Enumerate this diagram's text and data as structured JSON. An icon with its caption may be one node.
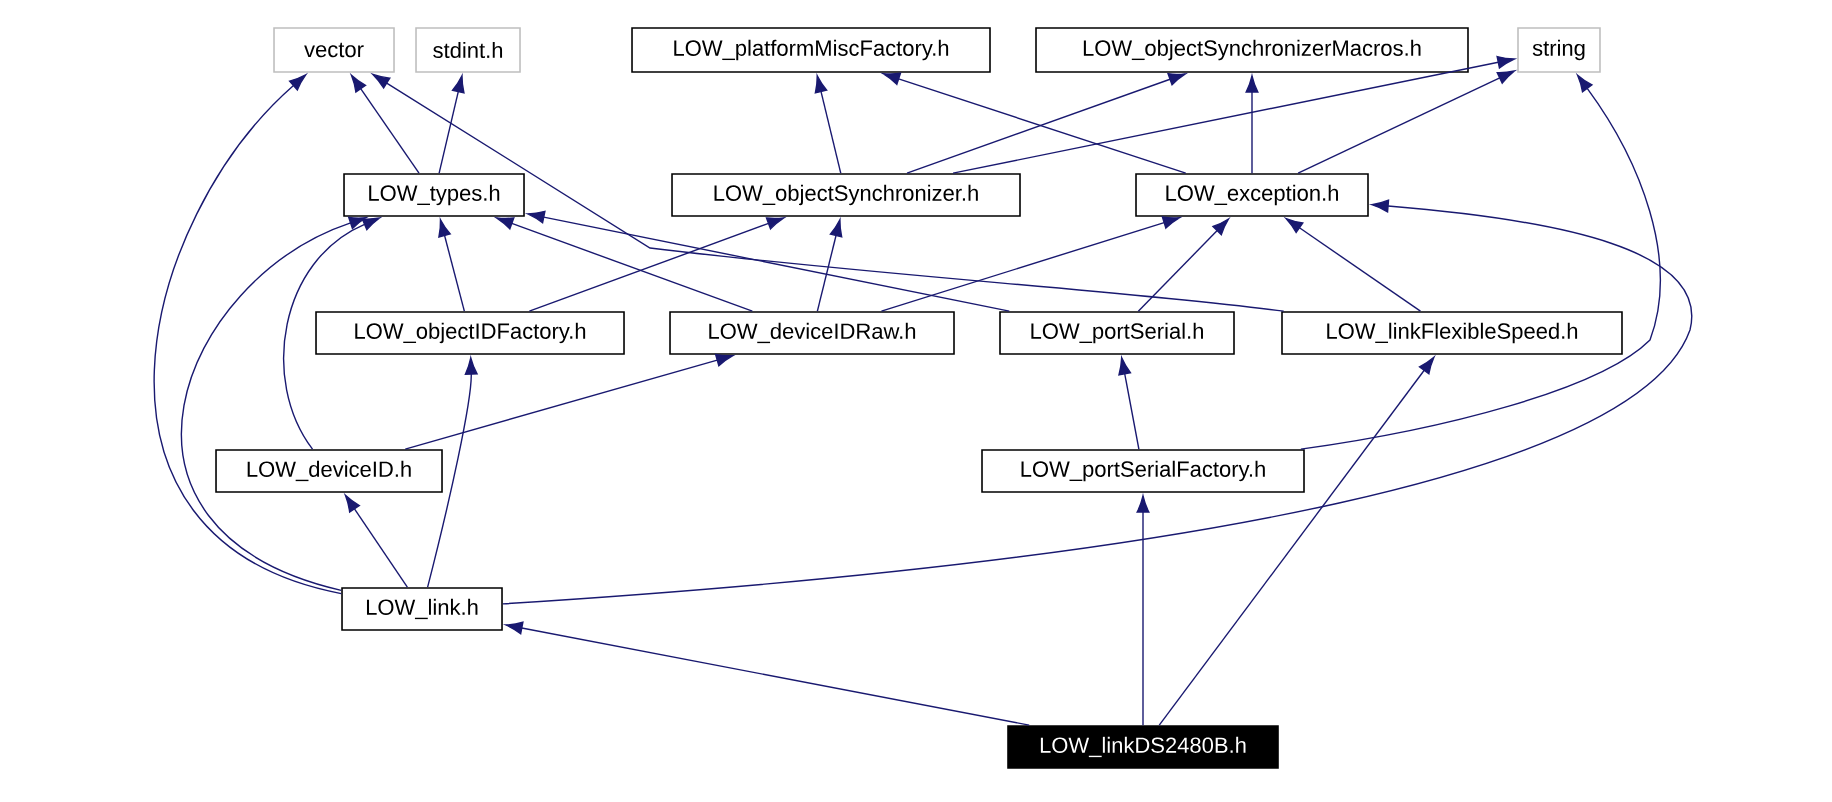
{
  "diagram": {
    "nodes": [
      {
        "text": [
          "vector"
        ]
      },
      {
        "text": [
          "stdint.h"
        ]
      },
      {
        "text": [
          "LOW_platformMiscFactory.h"
        ]
      },
      {
        "text": [
          "LOW_objectSynchronizerMacros.h"
        ]
      },
      {
        "text": [
          "string"
        ]
      },
      {
        "text": [
          "LOW_types.h"
        ]
      },
      {
        "text": [
          "LOW_objectSynchronizer.h"
        ]
      },
      {
        "text": [
          "LOW_exception.h"
        ]
      },
      {
        "text": [
          "LOW_objectIDFactory.h"
        ]
      },
      {
        "text": [
          "LOW_deviceIDRaw.h"
        ]
      },
      {
        "text": [
          "LOW_portSerial.h"
        ]
      },
      {
        "text": [
          "LOW_linkFlexibleSpeed.h"
        ]
      },
      {
        "text": [
          "LOW_deviceID.h"
        ]
      },
      {
        "text": [
          "LOW_portSerialFactory.h"
        ]
      },
      {
        "text": [
          "LOW_link.h"
        ]
      },
      {
        "text": [
          "LOW_linkDS2480B.h"
        ]
      }
    ],
    "edges": [
      {
        "from": 5,
        "to": 0,
        "arrow": "to"
      },
      {
        "from": 5,
        "to": 1,
        "arrow": "to"
      },
      {
        "from": 6,
        "to": 2,
        "arrow": "to"
      },
      {
        "from": 6,
        "to": 3,
        "arrow": "to"
      },
      {
        "from": 6,
        "to": 4,
        "arrow": "to"
      },
      {
        "from": 7,
        "to": 2,
        "arrow": "to"
      },
      {
        "from": 7,
        "to": 3,
        "arrow": "to"
      },
      {
        "from": 7,
        "to": 4,
        "arrow": "to"
      },
      {
        "from": 11,
        "to": 0,
        "arrow": "to"
      },
      {
        "from": 8,
        "to": 5,
        "arrow": "to"
      },
      {
        "from": 8,
        "to": 6,
        "arrow": "to"
      },
      {
        "from": 9,
        "to": 5,
        "arrow": "to"
      },
      {
        "from": 9,
        "to": 6,
        "arrow": "to"
      },
      {
        "from": 9,
        "to": 7,
        "arrow": "to"
      },
      {
        "from": 10,
        "to": 5,
        "arrow": "to"
      },
      {
        "from": 10,
        "to": 7,
        "arrow": "to"
      },
      {
        "from": 11,
        "to": 7,
        "arrow": "to"
      },
      {
        "from": 12,
        "to": 5,
        "arrow": "to"
      },
      {
        "from": 12,
        "to": 9,
        "arrow": "to"
      },
      {
        "from": 13,
        "to": 10,
        "arrow": "to"
      },
      {
        "from": 13,
        "to": 4,
        "arrow": "to"
      },
      {
        "from": 14,
        "to": 0,
        "arrow": "to"
      },
      {
        "from": 14,
        "to": 5,
        "arrow": "to"
      },
      {
        "from": 14,
        "to": 12,
        "arrow": "to"
      },
      {
        "from": 14,
        "to": 8,
        "arrow": "to"
      },
      {
        "from": 14,
        "to": 7,
        "arrow": "to"
      },
      {
        "from": 15,
        "to": 14,
        "arrow": "to"
      },
      {
        "from": 15,
        "to": 13,
        "arrow": "to"
      },
      {
        "from": 15,
        "to": 11,
        "arrow": "to"
      }
    ]
  }
}
